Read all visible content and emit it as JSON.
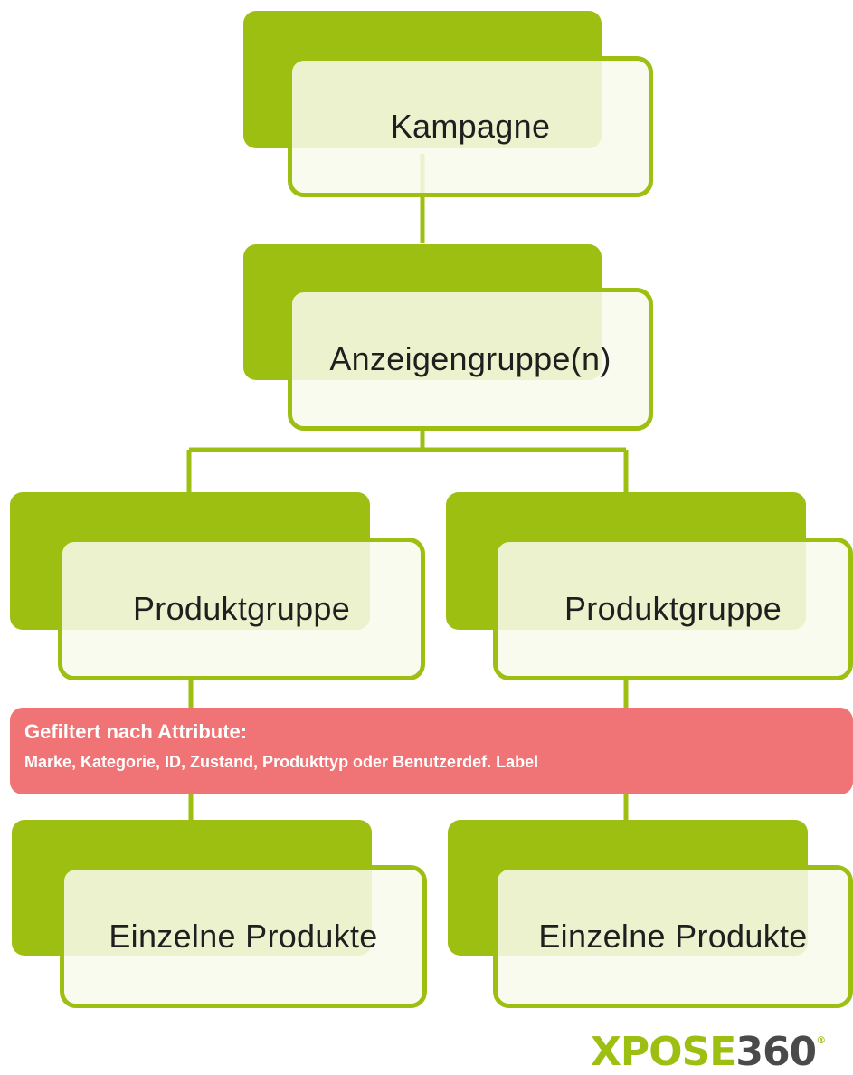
{
  "diagram": {
    "nodes": {
      "campaign": "Kampagne",
      "ad_groups": "Anzeigengruppe(n)",
      "product_group_left": "Produktgruppe",
      "product_group_right": "Produktgruppe",
      "single_products_left": "Einzelne Produkte",
      "single_products_right": "Einzelne Produkte"
    },
    "edges": [
      [
        "campaign",
        "ad_groups"
      ],
      [
        "ad_groups",
        "product_group_left"
      ],
      [
        "ad_groups",
        "product_group_right"
      ],
      [
        "product_group_left",
        "single_products_left"
      ],
      [
        "product_group_right",
        "single_products_right"
      ]
    ],
    "filter": {
      "title": "Gefiltert nach Attribute:",
      "attributes": "Marke, Kategorie, ID, Zustand, Produkttyp oder Benutzerdef. Label"
    }
  },
  "brand": {
    "logo_text": "XPOSE",
    "logo_digits": "360",
    "logo_mark": "®"
  },
  "colors": {
    "accent_green": "#9dbf12",
    "box_fill": "#f8faec",
    "filter_red": "#f07376",
    "text_dark": "#1f1f1f",
    "logo_gray": "#4a4a4a"
  }
}
